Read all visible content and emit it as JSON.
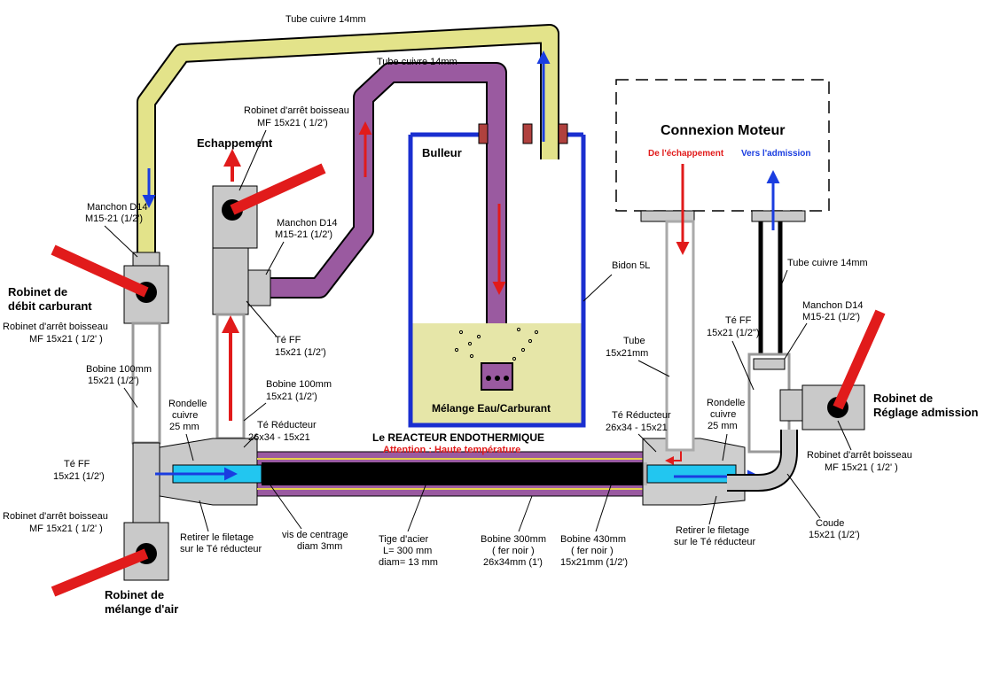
{
  "labels": {
    "tube_top": "Tube cuivre 14mm",
    "tube_mid": "Tube cuivre 14mm",
    "tube_right": "Tube cuivre 14mm",
    "echappement": "Echappement",
    "robinet_arret_top": [
      "Robinet d'arrêt boisseau",
      "MF 15x21 ( 1/2')"
    ],
    "manchon_left": [
      "Manchon D14",
      "M15-21 (1/2')"
    ],
    "manchon_mid": [
      "Manchon D14",
      "M15-21 (1/2')"
    ],
    "manchon_right": [
      "Manchon D14",
      "M15-21 (1/2')"
    ],
    "robinet_debit": [
      "Robinet de",
      "débit carburant"
    ],
    "robinet_arret_left": [
      "Robinet d'arrêt boisseau",
      "MF 15x21 ( 1/2' )"
    ],
    "bobine_100_left": [
      "Bobine 100mm",
      "15x21 (1/2')"
    ],
    "te_ff_mid": [
      "Té FF",
      "15x21 (1/2')"
    ],
    "bobine_100_mid": [
      "Bobine 100mm",
      "15x21 (1/2')"
    ],
    "rondelle_left": [
      "Rondelle",
      "cuivre",
      "25 mm"
    ],
    "te_reducteur_left": [
      "Té Réducteur",
      "26x34 - 15x21"
    ],
    "te_ff_left": [
      "Té FF",
      "15x21 (1/2')"
    ],
    "robinet_arret_bottom": [
      "Robinet d'arrêt boisseau",
      "MF 15x21 ( 1/2' )"
    ],
    "robinet_melange": [
      "Robinet de",
      "mélange d'air"
    ],
    "retirer_left": [
      "Retirer le filetage",
      "sur le Té réducteur"
    ],
    "vis": [
      "vis de centrage",
      "diam 3mm"
    ],
    "tige": [
      "Tige d'acier",
      "L= 300 mm",
      "diam= 13 mm"
    ],
    "bobine_300": [
      "Bobine 300mm",
      "( fer noir )",
      "26x34mm (1')"
    ],
    "bobine_430": [
      "Bobine 430mm",
      "( fer noir )",
      "15x21mm (1/2')"
    ],
    "retirer_right": [
      "Retirer le filetage",
      "sur le Té réducteur"
    ],
    "coude": [
      "Coude",
      "15x21 (1/2')"
    ],
    "robinet_arret_right": [
      "Robinet d'arrêt boisseau",
      "MF 15x21 ( 1/2' )"
    ],
    "robinet_reglage": [
      "Robinet de",
      "Réglage admission"
    ],
    "te_ff_right": [
      "Té FF",
      "15x21 (1/2\")"
    ],
    "rondelle_right": [
      "Rondelle",
      "cuivre",
      "25 mm"
    ],
    "te_reducteur_right": [
      "Té Réducteur",
      "26x34 - 15x21"
    ],
    "tube_15x21": [
      "Tube",
      "15x21mm"
    ],
    "bidon": "Bidon 5L",
    "bulleur": "Bulleur",
    "melange": "Mélange Eau/Carburant",
    "connexion_moteur": "Connexion Moteur",
    "de_echappement": "De l'échappement",
    "vers_admission": "Vers l'admission",
    "reacteur_title": "Le REACTEUR ENDOTHERMIQUE",
    "reacteur_warning": "Attention : Haute température"
  },
  "colors": {
    "yellow_tube": "#e3e38a",
    "purple_tube": "#9a5aa0",
    "handle_red": "#e11b1b",
    "flow_blue": "#1a3de0",
    "flow_red": "#e11b1b",
    "fitting_gray": "#c9c9c9",
    "bidon_frame": "#1a2fd0",
    "liquid": "#e6e6a8",
    "cyan": "#22c6f0",
    "hot_red": "#e11b1b"
  }
}
